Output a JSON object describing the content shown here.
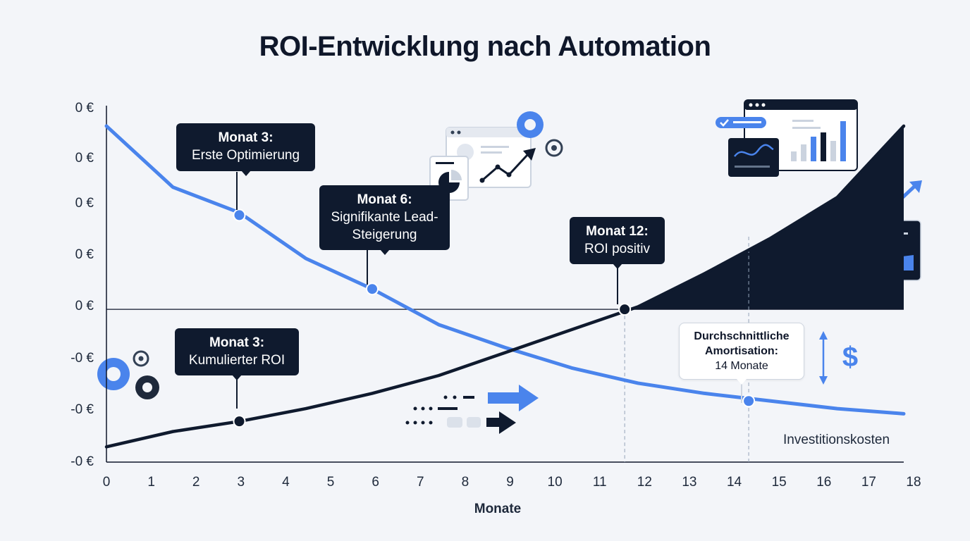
{
  "chart_data": {
    "type": "line",
    "title": "ROI-Entwicklung nach Automation",
    "xlabel": "Monate",
    "ylabel": "",
    "x": [
      0,
      1.5,
      3,
      4.5,
      6,
      7.5,
      9,
      10.5,
      12,
      13.5,
      15,
      16.5,
      18
    ],
    "xticks": [
      0,
      1,
      2,
      3,
      4,
      5,
      6,
      7,
      8,
      9,
      10,
      11,
      12,
      13,
      14,
      15,
      16,
      17,
      18
    ],
    "xlim": [
      0,
      18
    ],
    "yticks": [
      "0 €",
      "0 €",
      "0 €",
      "0 €",
      "0 €",
      "-0 €",
      "-0 €",
      "-0 €"
    ],
    "ylim": [
      -3,
      4
    ],
    "series": [
      {
        "name": "Investitionskosten",
        "color": "#4a84ec",
        "values": [
          3.6,
          2.4,
          1.9,
          1.0,
          0.4,
          -0.3,
          -0.75,
          -1.15,
          -1.45,
          -1.65,
          -1.8,
          -1.95,
          -2.05
        ]
      },
      {
        "name": "",
        "color": "#0f1a2e",
        "values": [
          -2.7,
          -2.4,
          -2.2,
          -1.95,
          -1.65,
          -1.3,
          -0.85,
          -0.4,
          0.05,
          0.7,
          1.4,
          2.2,
          3.6
        ],
        "fill_positive": true
      }
    ],
    "markers": [
      {
        "series": 0,
        "x": 3,
        "y": 1.85,
        "color": "#4a84ec"
      },
      {
        "series": 0,
        "x": 6,
        "y": 0.4,
        "color": "#4a84ec"
      },
      {
        "series": 0,
        "x": 14.5,
        "y": -1.8,
        "color": "#4a84ec"
      },
      {
        "series": 1,
        "x": 3,
        "y": -2.2,
        "color": "#0f1a2e"
      },
      {
        "series": 1,
        "x": 11.7,
        "y": 0,
        "color": "#0f1a2e"
      }
    ],
    "annotations": [
      {
        "head": "Monat 3:",
        "sub": "Erste Optimierung"
      },
      {
        "head": "Monat 6:",
        "sub": "Signifikante Lead-Steigerung"
      },
      {
        "head": "Monat 12:",
        "sub": "ROI positiv"
      },
      {
        "head": "Monat 3:",
        "sub": "Kumulierter ROI"
      },
      {
        "head": "Durchschnittliche Amortisation:",
        "sub": "14 Monate"
      }
    ],
    "series_label": "Investitionskosten",
    "icons": [
      "gears-icon",
      "dashboard-window-icon",
      "growth-arrow-icon",
      "dollar-icon",
      "fast-forward-icon"
    ],
    "colors": {
      "accent": "#4a84ec",
      "dark": "#0f1a2e",
      "background": "#f3f5f9"
    }
  }
}
